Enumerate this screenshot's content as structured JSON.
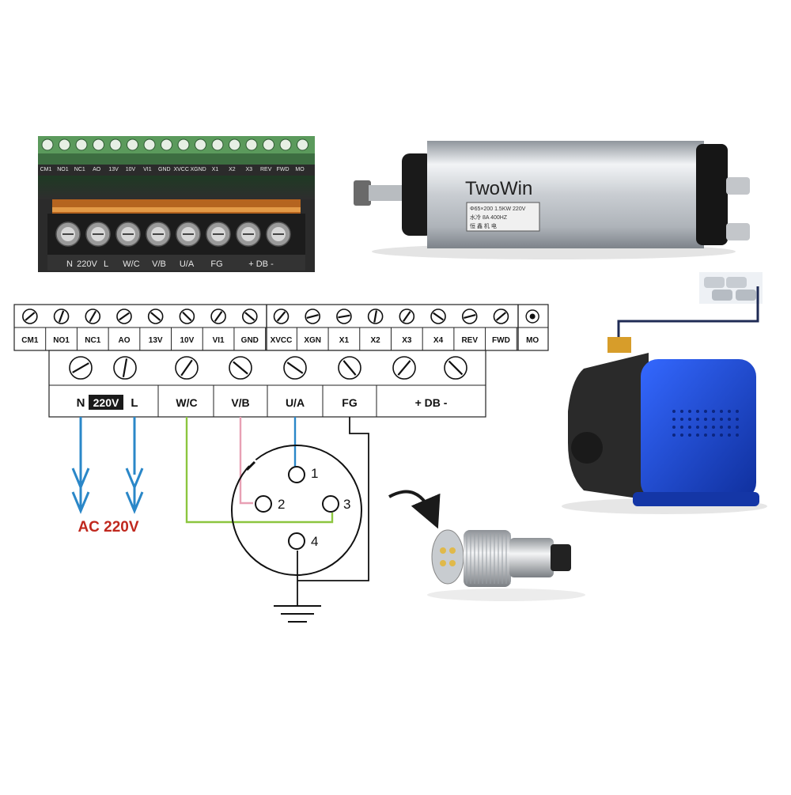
{
  "photo_board": {
    "top_labels": [
      "CM1",
      "NO1",
      "NC1",
      "AO",
      "13V",
      "10V",
      "VI1",
      "GND",
      "XVCC",
      "XGND",
      "X1",
      "X2",
      "X3",
      "REV",
      "FWD",
      "MO"
    ],
    "bottom_labels": [
      "N",
      "220V",
      "L",
      "W/C",
      "V/B",
      "U/A",
      "FG",
      "+ DB -"
    ]
  },
  "spindle": {
    "brand": "TwoWin",
    "nameplate_line1": "Φ65×200 1.5KW 220V",
    "nameplate_line2": "水冷 8A 400HZ",
    "nameplate_line3": "恒 鑫 机 电"
  },
  "terminal_strip": {
    "top_labels": [
      "CM1",
      "NO1",
      "NC1",
      "AO",
      "13V",
      "10V",
      "VI1",
      "GND",
      "XVCC",
      "XGN",
      "X1",
      "X2",
      "X3",
      "X4",
      "REV",
      "FWD",
      "MO"
    ],
    "power": {
      "n": "N",
      "voltage": "220V",
      "l": "L"
    },
    "motor": [
      "W/C",
      "V/B",
      "U/A",
      "FG"
    ],
    "db": "+ DB -"
  },
  "supply_label": "AC 220V",
  "connector_pins": [
    "1",
    "2",
    "3",
    "4"
  ],
  "colors": {
    "supply_arrow": "#2a87c8",
    "supply_text": "#c0281e",
    "wire_wc": "#8cc63f",
    "wire_vb": "#e8a0b4",
    "wire_ua": "#2a87c8",
    "wire_fg": "#111111",
    "pump_body": "#1a4fd8"
  }
}
